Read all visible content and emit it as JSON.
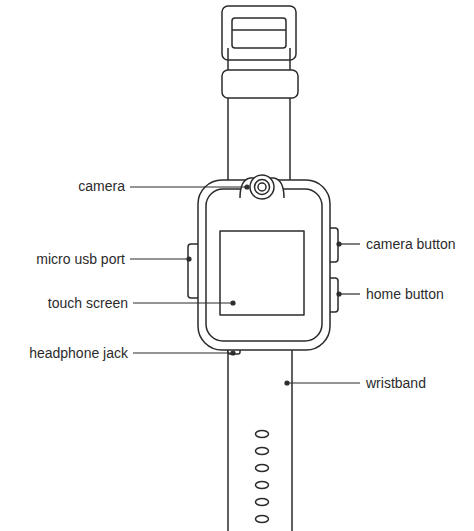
{
  "diagram": {
    "labels": [
      "camera",
      "camera button",
      "micro usb port",
      "home button",
      "touch screen",
      "headphone jack",
      "wristband"
    ]
  }
}
